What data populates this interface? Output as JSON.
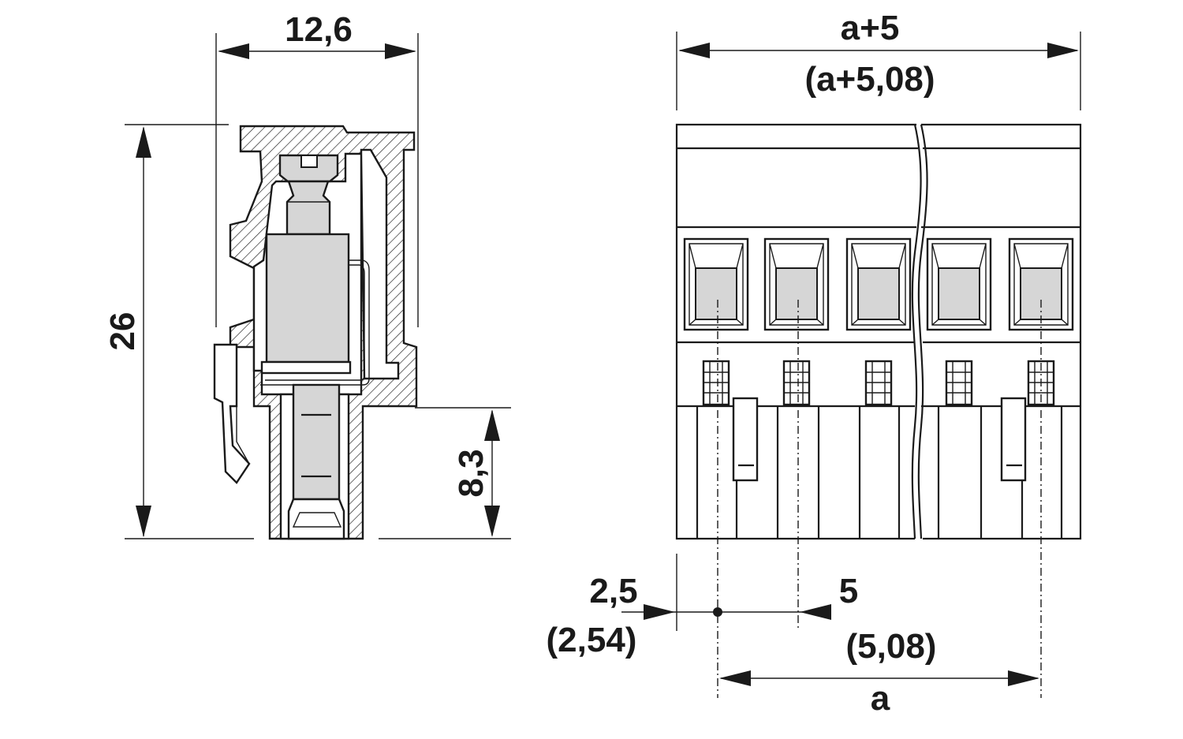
{
  "side_view": {
    "width_label": "12,6",
    "height_label": "26",
    "pin_length_label": "8,3"
  },
  "front_view": {
    "overall_width_label": "a+5",
    "overall_width_alt_label": "(a+5,08)",
    "edge_offset_label": "2,5",
    "edge_offset_alt_label": "(2,54)",
    "pitch_label": "5",
    "pitch_alt_label": "(5,08)",
    "span_label": "a"
  }
}
